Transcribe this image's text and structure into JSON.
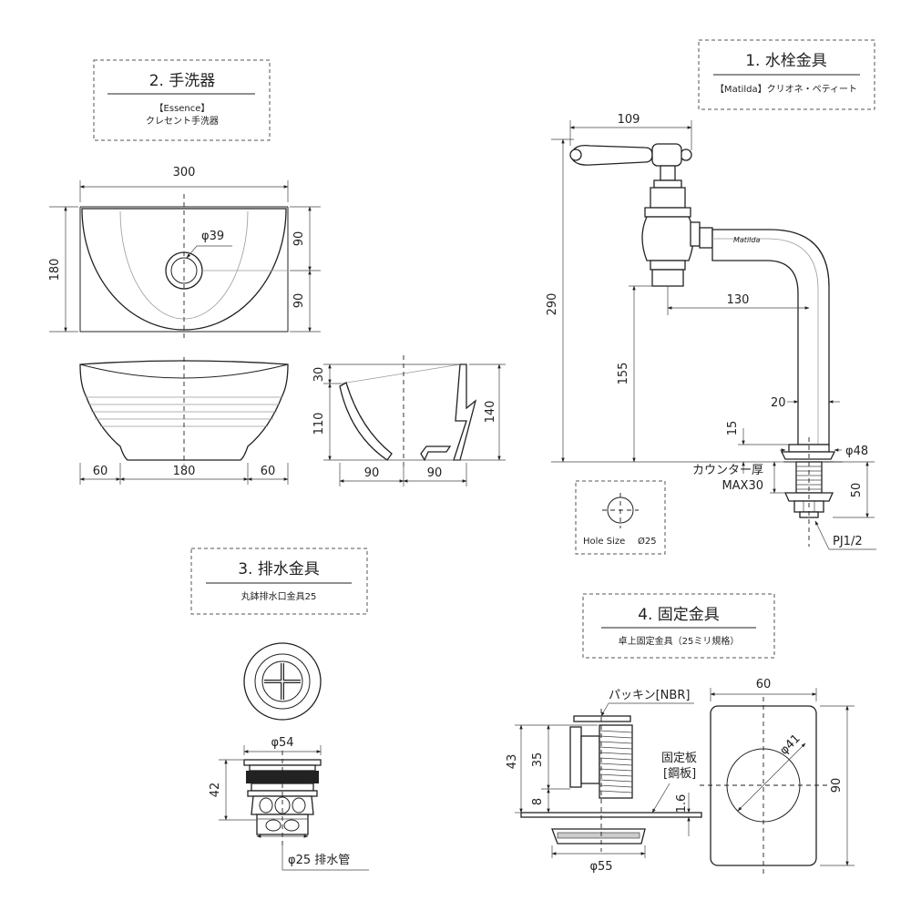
{
  "sections": {
    "faucet": {
      "title": "1.  水栓金具",
      "subtitle": "【Matilda】クリオネ・ペティート",
      "brand": "Matilda"
    },
    "basin": {
      "title": "2.  手洗器",
      "subtitle_1": "【Essence】",
      "subtitle_2": "クレセント手洗器"
    },
    "drain": {
      "title": "3.  排水金具",
      "subtitle": "丸鉢排水口金具25"
    },
    "fixing": {
      "title": "4.  固定金具",
      "subtitle": "卓上固定金具（25ミリ規格）"
    }
  },
  "basin_dims": {
    "width": "300",
    "depth": "180",
    "half_top": "90",
    "half_bottom": "90",
    "hole": "φ39",
    "rim": "30",
    "bowl": "110",
    "height": "140",
    "foot_left": "60",
    "foot_mid": "180",
    "foot_right": "60",
    "sec_a": "90",
    "sec_b": "90"
  },
  "faucet_dims": {
    "width": "109",
    "height": "290",
    "reach": "130",
    "spout_height": "155",
    "pipe": "20",
    "base_h": "15",
    "base_d": "φ48",
    "counter_1": "カウンター厚",
    "counter_2": "MAX30",
    "shank": "50",
    "thread": "PJ1/2",
    "hole_label": "Hole Size",
    "hole_value": "Ø25"
  },
  "drain_dims": {
    "flange": "φ54",
    "height": "42",
    "pipe": "φ25 排水管"
  },
  "fixing_dims": {
    "packing": "パッキン[NBR]",
    "plate_1": "固定板",
    "plate_2": "[鋼板]",
    "total": "43",
    "thread": "35",
    "lower": "8",
    "plate_t": "1.6",
    "nut": "φ55",
    "plate_w": "60",
    "plate_h": "90",
    "hole": "φ41"
  }
}
